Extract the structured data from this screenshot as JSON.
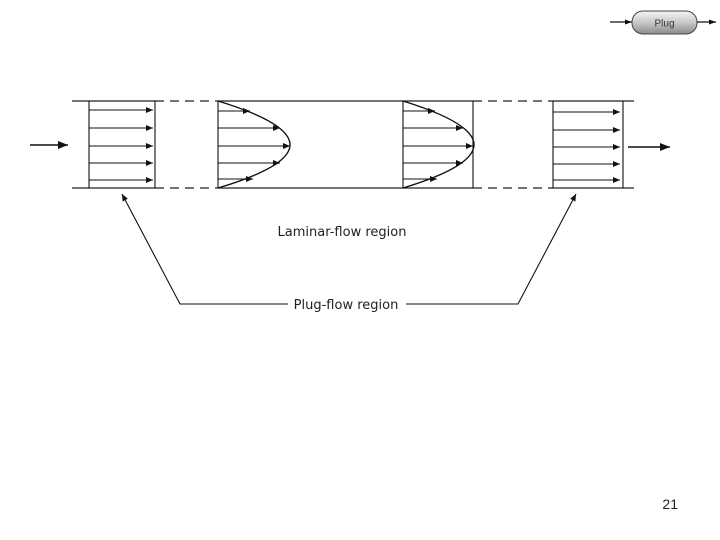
{
  "plug_icon": {
    "label": "Plug"
  },
  "diagram": {
    "laminar_label": "Laminar-flow region",
    "plug_label": "Plug-flow region"
  },
  "page_number": "21"
}
